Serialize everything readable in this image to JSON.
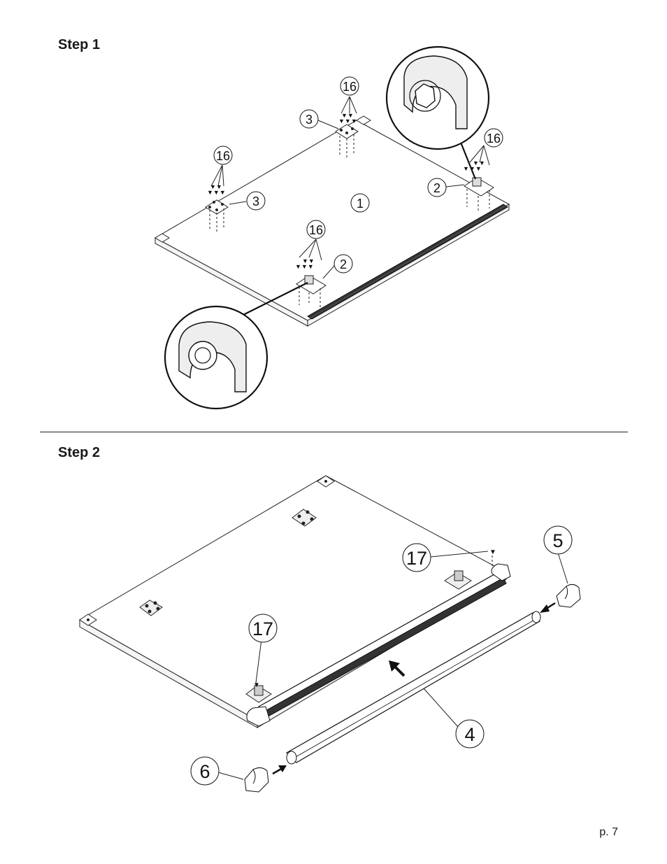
{
  "step1": {
    "title": "Step 1",
    "callouts": [
      "16",
      "16",
      "16",
      "16",
      "3",
      "3",
      "2",
      "2",
      "1"
    ]
  },
  "step2": {
    "title": "Step 2",
    "callouts": [
      "5",
      "17",
      "17",
      "4",
      "6"
    ]
  },
  "page_number": "p. 7"
}
